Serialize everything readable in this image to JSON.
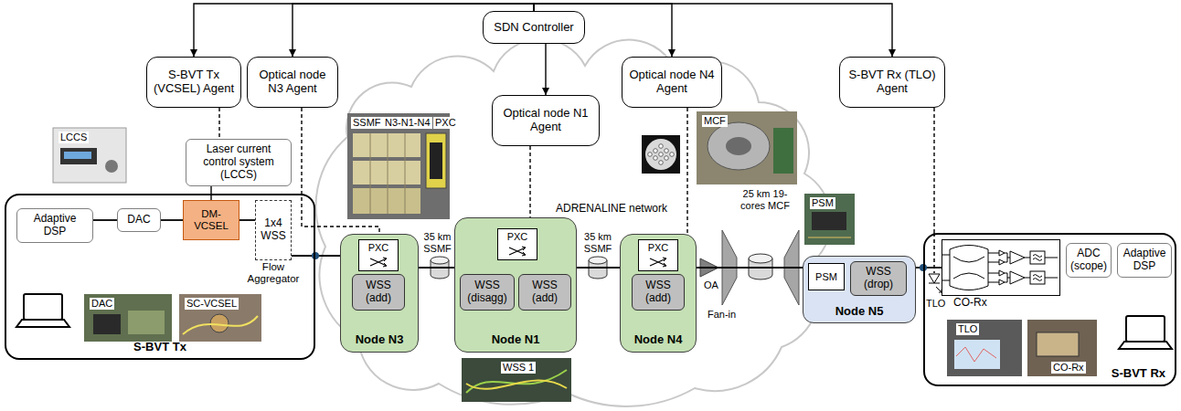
{
  "diagram": {
    "nodes": [
      {
        "text": [
          "SDN Controller"
        ]
      },
      {
        "text": [
          "S-BVT Tx (VCSEL) Agent"
        ]
      },
      {
        "text": [
          "Optical node N3 Agent"
        ]
      },
      {
        "text": [
          "Optical node N1 Agent"
        ]
      },
      {
        "text": [
          "Optical node N4 Agent"
        ]
      },
      {
        "text": [
          "S-BVT Rx (TLO) Agent"
        ]
      },
      {
        "text": [
          "Laser current control system (LCCS)"
        ]
      },
      {
        "text": [
          "S-BVT Tx"
        ]
      },
      {
        "text": [
          "Adaptive DSP"
        ],
        "in": 7
      },
      {
        "text": [
          "DAC"
        ],
        "in": 7
      },
      {
        "text": [
          "DM-VCSEL"
        ],
        "in": 7
      },
      {
        "text": [
          "1x4 WSS",
          "Flow Aggregator"
        ],
        "in": 7
      },
      {
        "text": [
          "Node N3"
        ]
      },
      {
        "text": [
          "PXC"
        ],
        "in": 12
      },
      {
        "text": [
          "WSS (add)"
        ],
        "in": 12
      },
      {
        "text": [
          "Node N1"
        ]
      },
      {
        "text": [
          "PXC"
        ],
        "in": 15
      },
      {
        "text": [
          "WSS (disagg)"
        ],
        "in": 15
      },
      {
        "text": [
          "WSS (add)"
        ],
        "in": 15
      },
      {
        "text": [
          "Node N4"
        ]
      },
      {
        "text": [
          "PXC"
        ],
        "in": 19
      },
      {
        "text": [
          "WSS (add)"
        ],
        "in": 19
      },
      {
        "text": [
          "Node N5"
        ]
      },
      {
        "text": [
          "PSM"
        ],
        "in": 22
      },
      {
        "text": [
          "WSS (drop)"
        ],
        "in": 22
      },
      {
        "text": [
          "S-BVT Rx"
        ]
      },
      {
        "text": [
          "CO-Rx"
        ],
        "in": 25
      },
      {
        "text": [
          "ADC (scope)"
        ],
        "in": 25
      },
      {
        "text": [
          "Adaptive DSP"
        ],
        "in": 25
      }
    ],
    "edges": [
      {
        "from": 0,
        "to": 1,
        "arrow": "to"
      },
      {
        "from": 0,
        "to": 2,
        "arrow": "to"
      },
      {
        "from": 0,
        "to": 3,
        "arrow": "to"
      },
      {
        "from": 0,
        "to": 4,
        "arrow": "to"
      },
      {
        "from": 0,
        "to": 5,
        "arrow": "to"
      },
      {
        "from": 1,
        "to": 6,
        "arrow": "none"
      },
      {
        "from": 6,
        "to": 10,
        "arrow": "none"
      },
      {
        "from": 2,
        "to": 12,
        "arrow": "none"
      },
      {
        "from": 3,
        "to": 15,
        "arrow": "none"
      },
      {
        "from": 4,
        "to": 19,
        "arrow": "none"
      },
      {
        "from": 5,
        "to": 25,
        "arrow": "none"
      },
      {
        "from": 8,
        "to": 9,
        "arrow": "none"
      },
      {
        "from": 9,
        "to": 10,
        "arrow": "none"
      },
      {
        "from": 10,
        "to": 11,
        "arrow": "none"
      },
      {
        "from": 11,
        "to": 12,
        "arrow": "none"
      },
      {
        "from": 12,
        "to": 15,
        "arrow": "none"
      },
      {
        "from": 15,
        "to": 19,
        "arrow": "none"
      },
      {
        "from": 19,
        "to": 22,
        "arrow": "none"
      },
      {
        "from": 22,
        "to": 26,
        "arrow": "none"
      }
    ],
    "labels": [
      "LCCS",
      "SSMF",
      "N3-N1-N4",
      "PXC",
      "MCF",
      "ADRENALINE network",
      "35 km SSMF",
      "35 km SSMF",
      "25 km 19-cores MCF",
      "PSM",
      "OA",
      "Fan-in",
      "DAC",
      "SC-VCSEL",
      "WSS 1",
      "TLO",
      "TLO",
      "CO-Rx"
    ]
  }
}
